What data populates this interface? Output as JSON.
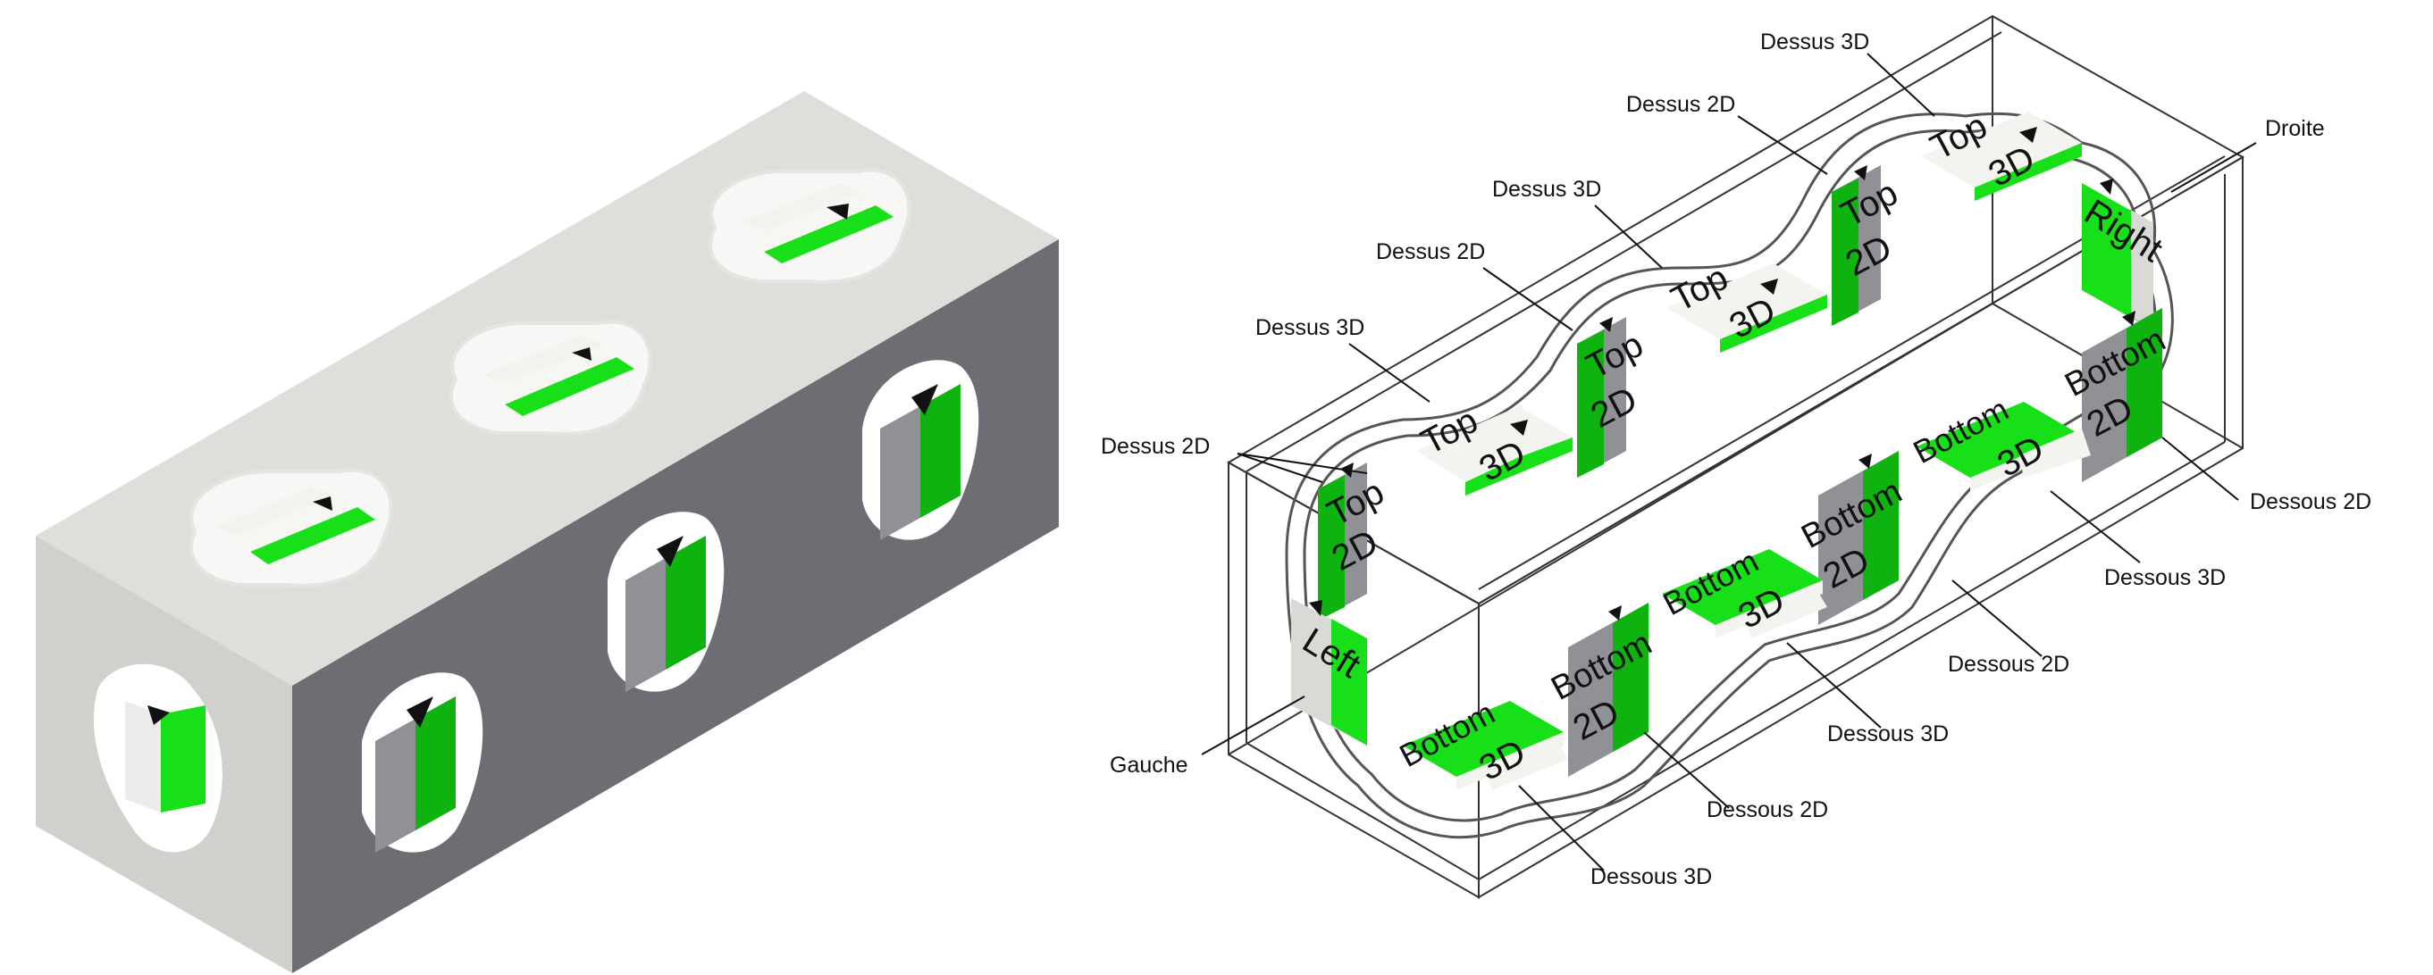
{
  "colors": {
    "green": "#18e018",
    "green_dark": "#0fb30f",
    "white_face": "#f1f1ee",
    "light_grey": "#d9d9d5",
    "mid_grey": "#8f9196",
    "dark_grey": "#6c6d72",
    "outline": "#333333"
  },
  "model": {
    "faces": {
      "top": {
        "label": "Top",
        "tag": "3D"
      },
      "top2d": {
        "label": "Top",
        "tag": "2D"
      },
      "bottom": {
        "label": "Bottom",
        "tag": "3D"
      },
      "bottom2d": {
        "label": "Bottom",
        "tag": "2D"
      },
      "left": {
        "label": "Left"
      },
      "right": {
        "label": "Right"
      }
    }
  },
  "callouts": {
    "dessus_3d": "Dessus  3D",
    "dessus_2d": "Dessus  2D",
    "dessus_3d_b": "Dessus 3D",
    "dessus_2d_b": "Dessus 2D",
    "droite": "Droite",
    "gauche": "Gauche",
    "dessous_2d": "Dessous 2D",
    "dessous_3d": "Dessous 3D"
  }
}
